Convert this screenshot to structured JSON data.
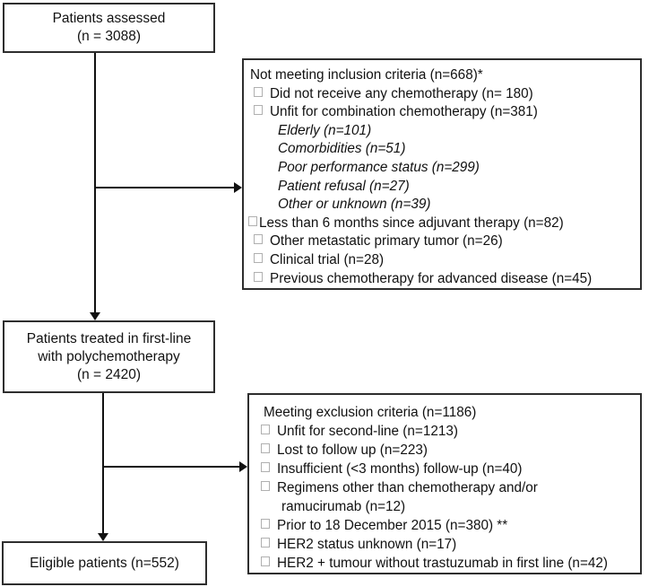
{
  "diagram": {
    "box_assessed": {
      "line1": "Patients assessed",
      "line2": "(n = 3088)"
    },
    "box_firstline": {
      "line1": "Patients treated in first-line",
      "line2": "with polychemotherapy",
      "line3": "(n = 2420)"
    },
    "box_eligible": {
      "label": "Eligible patients (n=552)"
    },
    "exclusion_inclusion": {
      "title": "Not meeting inclusion criteria (n=668)*",
      "items": [
        {
          "text": "Did not receive any chemotherapy (n= 180)"
        },
        {
          "text": "Unfit for combination chemotherapy (n=381)"
        },
        {
          "text": "Elderly (n=101)"
        },
        {
          "text": "Comorbidities (n=51)"
        },
        {
          "text": "Poor performance status (n=299)"
        },
        {
          "text": "Patient refusal (n=27)"
        },
        {
          "text": "Other or unknown (n=39)"
        },
        {
          "text": "Less than 6 months since adjuvant therapy (n=82)"
        },
        {
          "text": "Other metastatic primary tumor (n=26)"
        },
        {
          "text": "Clinical trial (n=28)"
        },
        {
          "text": "Previous chemotherapy for advanced disease (n=45)"
        }
      ]
    },
    "exclusion_exclusion": {
      "title": "Meeting exclusion criteria (n=1186)",
      "items": [
        {
          "text": "Unfit for second-line (n=1213)"
        },
        {
          "text": "Lost to follow up (n=223)"
        },
        {
          "text": "Insufficient (<3 months) follow-up (n=40)"
        },
        {
          "text": "Regimens other than chemotherapy and/or"
        },
        {
          "text": "ramucirumab (n=12)"
        },
        {
          "text": "Prior to 18 December 2015 (n=380) **"
        },
        {
          "text": "HER2 status unknown (n=17)"
        },
        {
          "text": "HER2 + tumour without trastuzumab in first line (n=42)"
        }
      ]
    },
    "colors": {
      "box_border": "#2e2e2e",
      "text": "#111111",
      "checkbox_border": "#b0b0b0",
      "arrow": "#111111"
    }
  }
}
